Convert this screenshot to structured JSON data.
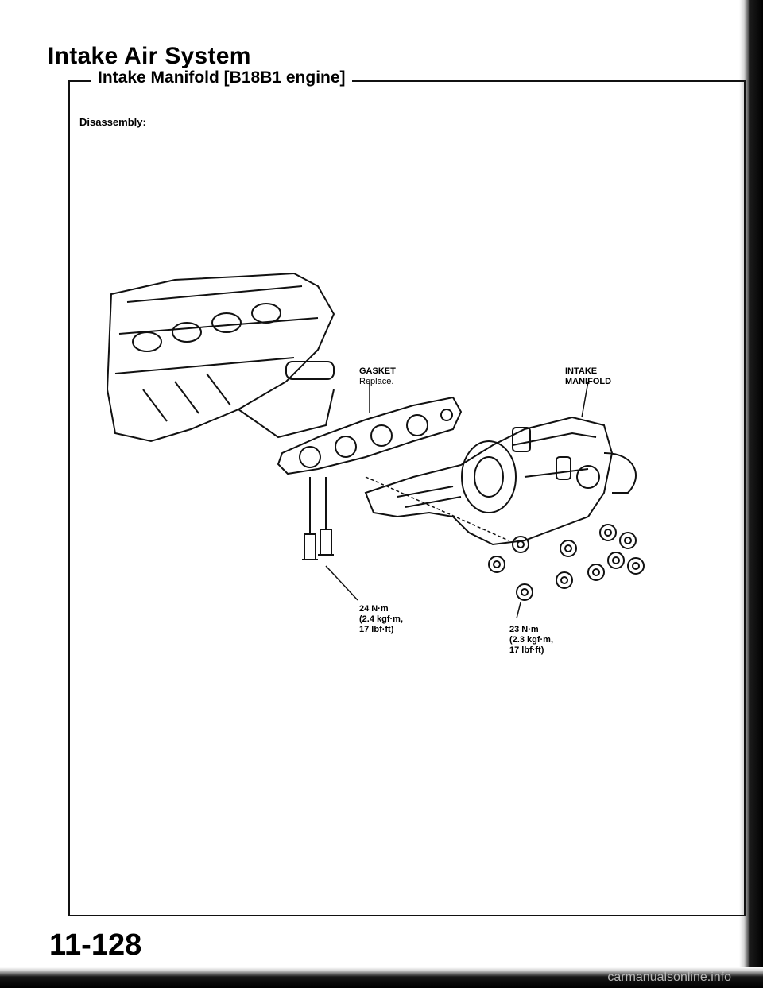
{
  "header": {
    "title": "Intake Air System",
    "subtitle": "Intake Manifold [B18B1 engine]"
  },
  "section": {
    "label": "Disassembly:"
  },
  "callouts": {
    "gasket": {
      "name": "GASKET",
      "note": "Replace."
    },
    "intake_manifold": {
      "line1": "INTAKE",
      "line2": "MANIFOLD"
    }
  },
  "torque_specs": {
    "bolts": {
      "line1": "24 N·m",
      "line2": "(2.4 kgf·m,",
      "line3": "17 lbf·ft)"
    },
    "nuts": {
      "line1": "23 N·m",
      "line2": "(2.3 kgf·m,",
      "line3": "17 lbf·ft)"
    }
  },
  "footer": {
    "page_number": "11-128",
    "watermark": "carmanualsonline.info"
  }
}
